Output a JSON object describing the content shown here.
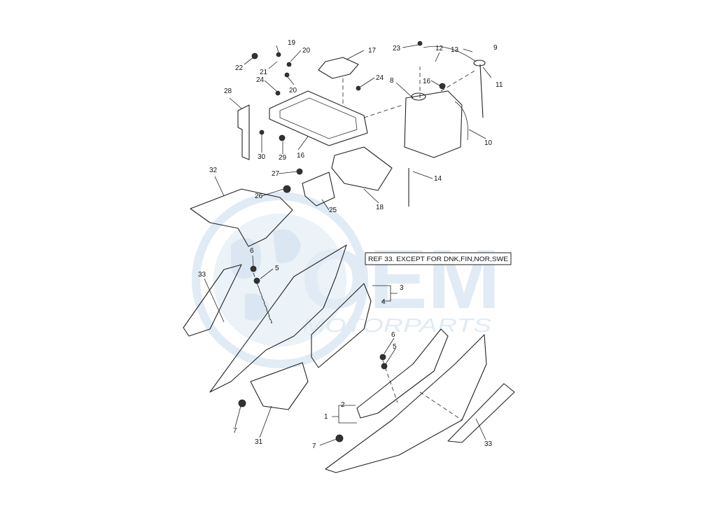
{
  "watermark": {
    "logo_text": "OEM",
    "sub_text": "MOTORPARTS",
    "color": "#c9dced"
  },
  "note": {
    "text": "REF 33. EXCEPT FOR DNK,FIN,NOR,SWE"
  },
  "callouts": [
    {
      "id": "c-19",
      "label": "19"
    },
    {
      "id": "c-20a",
      "label": "20"
    },
    {
      "id": "c-20b",
      "label": "20"
    },
    {
      "id": "c-17",
      "label": "17"
    },
    {
      "id": "c-23",
      "label": "23"
    },
    {
      "id": "c-12",
      "label": "12"
    },
    {
      "id": "c-13",
      "label": "13"
    },
    {
      "id": "c-9",
      "label": "9"
    },
    {
      "id": "c-22",
      "label": "22"
    },
    {
      "id": "c-21",
      "label": "21"
    },
    {
      "id": "c-24a",
      "label": "24"
    },
    {
      "id": "c-24b",
      "label": "24"
    },
    {
      "id": "c-8",
      "label": "8"
    },
    {
      "id": "c-16a",
      "label": "16"
    },
    {
      "id": "c-11",
      "label": "11"
    },
    {
      "id": "c-28",
      "label": "28"
    },
    {
      "id": "c-16b",
      "label": "16"
    },
    {
      "id": "c-30",
      "label": "30"
    },
    {
      "id": "c-29",
      "label": "29"
    },
    {
      "id": "c-10",
      "label": "10"
    },
    {
      "id": "c-27",
      "label": "27"
    },
    {
      "id": "c-14",
      "label": "14"
    },
    {
      "id": "c-32",
      "label": "32"
    },
    {
      "id": "c-26",
      "label": "26"
    },
    {
      "id": "c-25",
      "label": "25"
    },
    {
      "id": "c-18",
      "label": "18"
    },
    {
      "id": "c-6a",
      "label": "6"
    },
    {
      "id": "c-5a",
      "label": "5"
    },
    {
      "id": "c-33a",
      "label": "33"
    },
    {
      "id": "c-3",
      "label": "3"
    },
    {
      "id": "c-4",
      "label": "4"
    },
    {
      "id": "c-6b",
      "label": "6"
    },
    {
      "id": "c-5b",
      "label": "5"
    },
    {
      "id": "c-2",
      "label": "2"
    },
    {
      "id": "c-1",
      "label": "1"
    },
    {
      "id": "c-7a",
      "label": "7"
    },
    {
      "id": "c-31",
      "label": "31"
    },
    {
      "id": "c-7b",
      "label": "7"
    },
    {
      "id": "c-33b",
      "label": "33"
    }
  ]
}
